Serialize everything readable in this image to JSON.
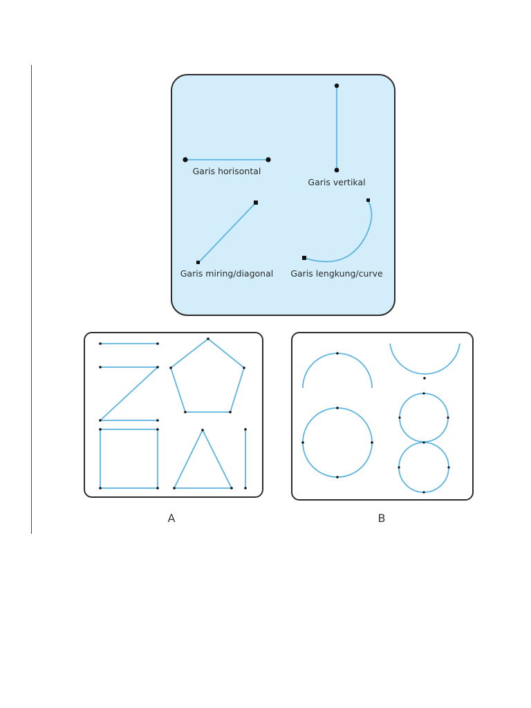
{
  "colors": {
    "panel_fill": "#d3eefa",
    "line": "#5bb4e0",
    "point": "#111111",
    "border": "#2b2b2b"
  },
  "line_types": {
    "horizontal": "Garis horisontal",
    "vertical": "Garis vertikal",
    "diagonal": "Garis miring/diagonal",
    "curve": "Garis lengkung/curve"
  },
  "figures": {
    "a_label": "A",
    "b_label": "B"
  }
}
